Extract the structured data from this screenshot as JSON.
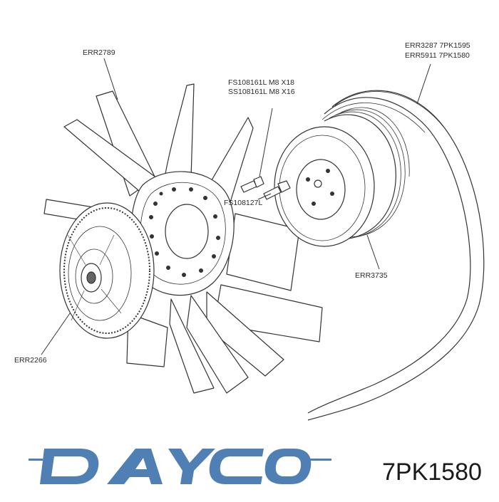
{
  "labels": {
    "err2789": "ERR2789",
    "fs_bolt_1": "FS108161L  M8 X18",
    "fs_bolt_2": "SS108161L  M8 X16",
    "belt_1": "ERR3287  7PK1595",
    "belt_2": "ERR5911  7PK1580",
    "fs108127l": "FS108127L",
    "err3735": "ERR3735",
    "err2266": "ERR2266"
  },
  "brand": {
    "logo_text": "DAYCO",
    "logo_color": "#4f7fb3"
  },
  "part_number": "7PK1580",
  "colors": {
    "line": "#333333",
    "background": "#ffffff"
  }
}
